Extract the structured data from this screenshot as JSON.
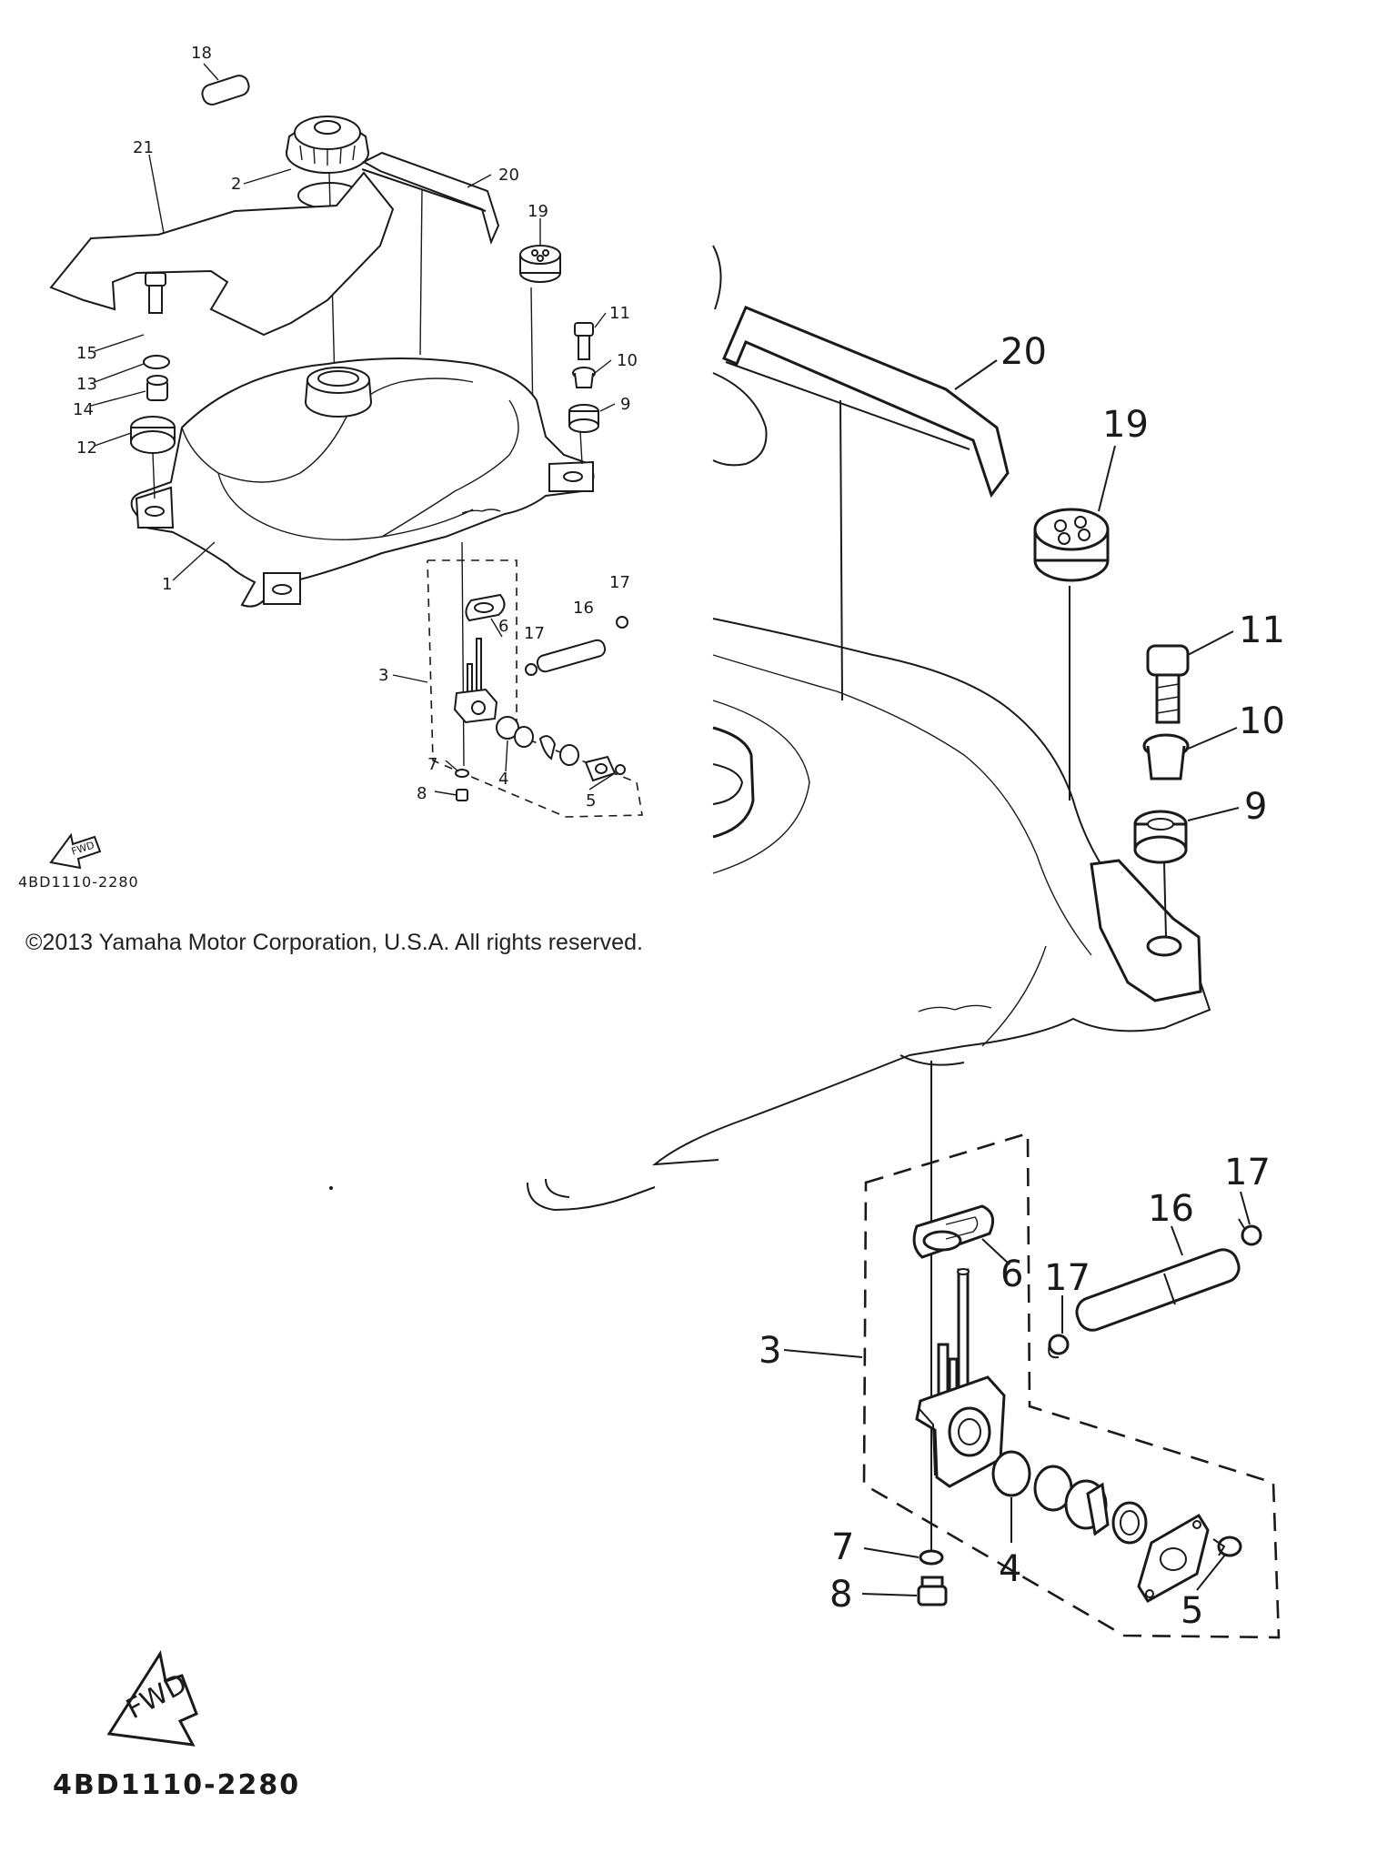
{
  "diagram": {
    "copyright": "©2013 Yamaha Motor Corporation, U.S.A. All rights reserved.",
    "part_code": "4BD1110-2280",
    "fwd_label": "FWD",
    "overview_callouts": {
      "c1": "1",
      "c2": "2",
      "c3": "3",
      "c4": "4",
      "c5": "5",
      "c6": "6",
      "c7": "7",
      "c8": "8",
      "c9": "9",
      "c10": "10",
      "c11": "11",
      "c12": "12",
      "c13": "13",
      "c14": "14",
      "c15": "15",
      "c16": "16",
      "c17a": "17",
      "c17b": "17",
      "c18": "18",
      "c19": "19",
      "c20": "20",
      "c21": "21"
    },
    "detail_callouts": {
      "c3": "3",
      "c4": "4",
      "c5": "5",
      "c6": "6",
      "c7": "7",
      "c8": "8",
      "c9": "9",
      "c10": "10",
      "c11": "11",
      "c16": "16",
      "c17a": "17",
      "c17b": "17",
      "c19": "19",
      "c20": "20"
    }
  }
}
